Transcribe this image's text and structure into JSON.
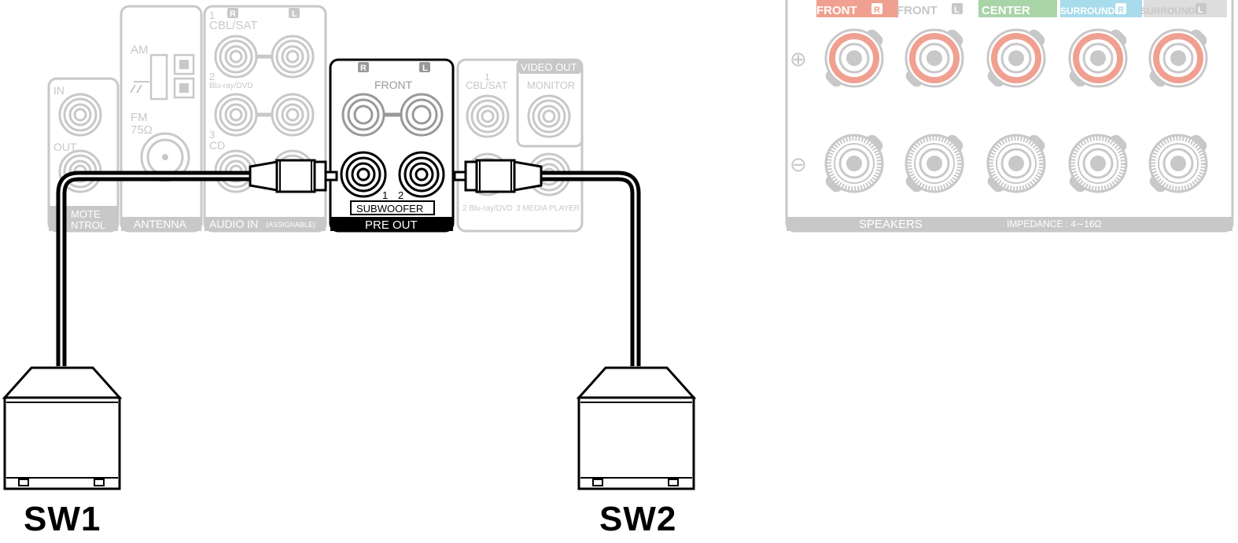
{
  "panel": {
    "remote": {
      "in": "IN",
      "out": "OUT",
      "footer": "REMOTE\nCONTROL",
      "footer_l1": "MOTE",
      "footer_l2": "NTROL"
    },
    "antenna": {
      "am": "AM",
      "fm": "FM",
      "fm_ohm": "75Ω",
      "footer": "ANTENNA"
    },
    "audio_in": {
      "r": "R",
      "l": "L",
      "in1_num": "1",
      "in1": "CBL/SAT",
      "in2_num": "2",
      "in2": "Blu-ray/DVD",
      "in3_num": "3",
      "in3": "CD",
      "footer": "AUDIO IN",
      "footer_note": "(ASSIGNABLE)"
    },
    "pre_out": {
      "r": "R",
      "l": "L",
      "front": "FRONT",
      "sub1": "1",
      "sub2": "2",
      "subwoofer": "SUBWOOFER",
      "footer": "PRE OUT"
    },
    "video": {
      "in1_num": "1",
      "in1": "CBL/SAT",
      "video_out": "VIDEO OUT",
      "monitor": "MONITOR",
      "in2": "2 Blu-ray/DVD",
      "in3": "3 MEDIA PLAYER"
    },
    "speakers": {
      "channels": [
        "FRONT",
        "FRONT",
        "CENTER",
        "SURROUND",
        "SURROUND"
      ],
      "channel_sides": [
        "R",
        "L",
        "",
        "R",
        "L"
      ],
      "channel_colors": [
        "#f0a090",
        "#bbbbbb",
        "#a8d4a8",
        "#a8dcec",
        "#cccccc"
      ],
      "plus": "⊕",
      "minus": "⊖",
      "footer": "SPEAKERS",
      "impedance": "IMPEDANCE : 4∼16Ω"
    }
  },
  "subwoofers": [
    {
      "label": "SW1"
    },
    {
      "label": "SW2"
    }
  ],
  "colors": {
    "dim_gray": "#c8c8c8",
    "active": "#000000",
    "speaker_plus": "#f0a090"
  }
}
